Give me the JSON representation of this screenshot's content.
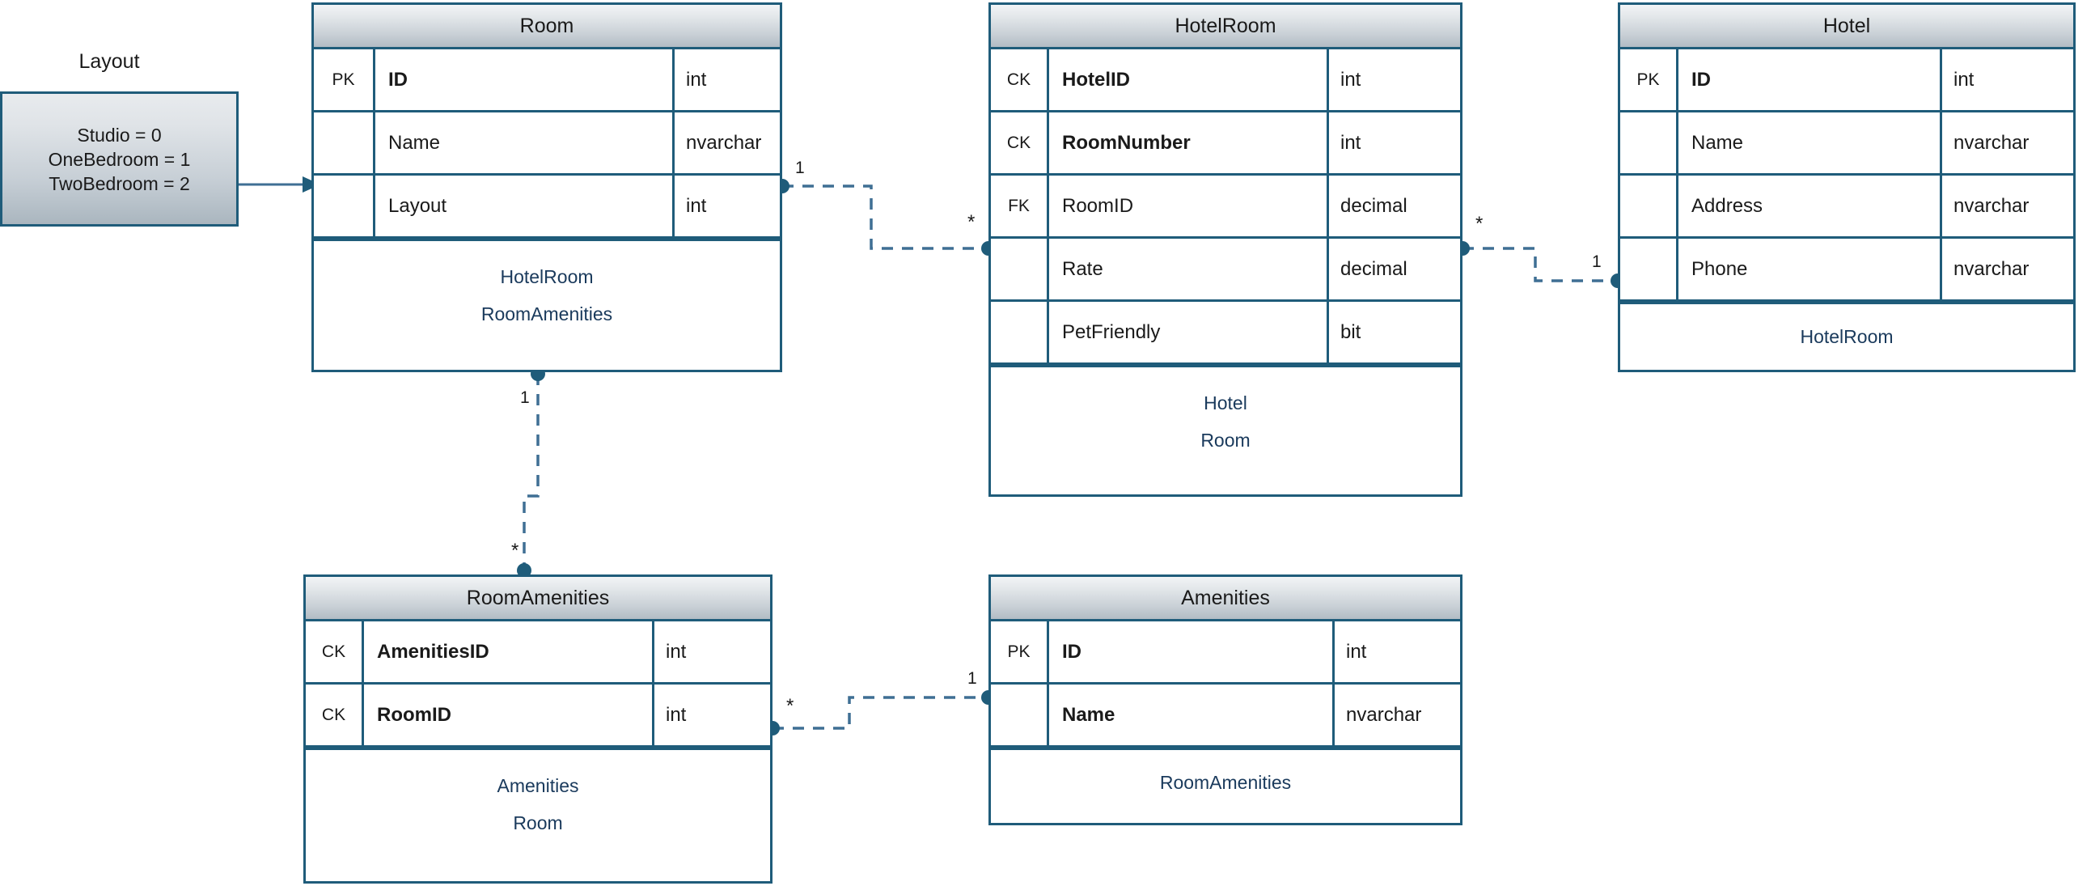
{
  "diagram": {
    "type": "entity-relationship-diagram",
    "enum": {
      "title": "Layout",
      "members": [
        "Studio = 0",
        "OneBedroom = 1",
        "TwoBedroom = 2"
      ]
    },
    "entities": [
      {
        "id": "room",
        "name": "Room",
        "columns": [
          {
            "key": "PK",
            "name": "ID",
            "type": "int",
            "bold": true
          },
          {
            "key": "",
            "name": "Name",
            "type": "nvarchar",
            "bold": false
          },
          {
            "key": "",
            "name": "Layout",
            "type": "int",
            "bold": false
          }
        ],
        "navigation": [
          "HotelRoom",
          "RoomAmenities"
        ]
      },
      {
        "id": "hotelroom",
        "name": "HotelRoom",
        "columns": [
          {
            "key": "CK",
            "name": "HotelID",
            "type": "int",
            "bold": true
          },
          {
            "key": "CK",
            "name": "RoomNumber",
            "type": "int",
            "bold": true
          },
          {
            "key": "FK",
            "name": "RoomID",
            "type": "decimal",
            "bold": false
          },
          {
            "key": "",
            "name": "Rate",
            "type": "decimal",
            "bold": false
          },
          {
            "key": "",
            "name": "PetFriendly",
            "type": "bit",
            "bold": false
          }
        ],
        "navigation": [
          "Hotel",
          "Room"
        ]
      },
      {
        "id": "hotel",
        "name": "Hotel",
        "columns": [
          {
            "key": "PK",
            "name": "ID",
            "type": "int",
            "bold": true
          },
          {
            "key": "",
            "name": "Name",
            "type": "nvarchar",
            "bold": false
          },
          {
            "key": "",
            "name": "Address",
            "type": "nvarchar",
            "bold": false
          },
          {
            "key": "",
            "name": "Phone",
            "type": "nvarchar",
            "bold": false
          }
        ],
        "navigation": [
          "HotelRoom"
        ]
      },
      {
        "id": "roomamenities",
        "name": "RoomAmenities",
        "columns": [
          {
            "key": "CK",
            "name": "AmenitiesID",
            "type": "int",
            "bold": true
          },
          {
            "key": "CK",
            "name": "RoomID",
            "type": "int",
            "bold": true
          }
        ],
        "navigation": [
          "Amenities",
          "Room"
        ]
      },
      {
        "id": "amenities",
        "name": "Amenities",
        "columns": [
          {
            "key": "PK",
            "name": "ID",
            "type": "int",
            "bold": true
          },
          {
            "key": "",
            "name": "Name",
            "type": "nvarchar",
            "bold": true
          }
        ],
        "navigation": [
          "RoomAmenities"
        ]
      }
    ],
    "relationships": [
      {
        "id": "room-hotelroom",
        "from": "Room",
        "to": "HotelRoom",
        "from_multiplicity": "1",
        "to_multiplicity": "*"
      },
      {
        "id": "hotelroom-hotel",
        "from": "HotelRoom",
        "to": "Hotel",
        "from_multiplicity": "*",
        "to_multiplicity": "1"
      },
      {
        "id": "room-roomamenities",
        "from": "Room",
        "to": "RoomAmenities",
        "from_multiplicity": "1",
        "to_multiplicity": "*"
      },
      {
        "id": "roomamenities-amenities",
        "from": "RoomAmenities",
        "to": "Amenities",
        "from_multiplicity": "*",
        "to_multiplicity": "1"
      }
    ],
    "colors": {
      "border": "#1f5c7a",
      "connector": "#3f6f94",
      "nav_text": "#1a3a5c",
      "header_gradient_top": "#f2f4f6",
      "header_gradient_bottom": "#b2bcc4"
    }
  }
}
